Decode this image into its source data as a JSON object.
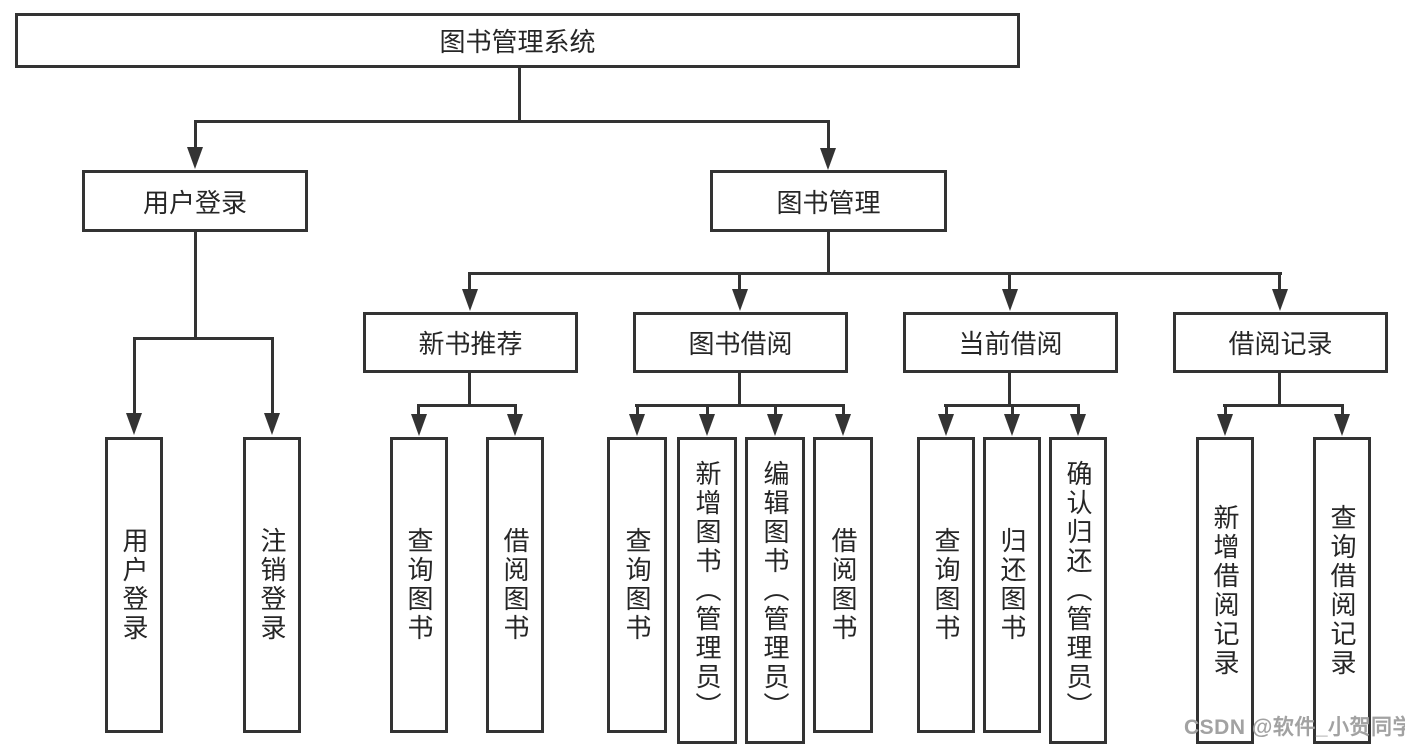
{
  "page": {
    "background": "#ffffff",
    "line_color": "#333333",
    "text_color": "#262626",
    "watermark_color": "#a2a2a2"
  },
  "root": {
    "label": "图书管理系统"
  },
  "level2": {
    "user_login": "用户登录",
    "book_mgmt": "图书管理"
  },
  "level3": {
    "recommend": "新书推荐",
    "borrow": "图书借阅",
    "current": "当前借阅",
    "records": "借阅记录"
  },
  "leaves": {
    "user": [
      "用户登录",
      "注销登录"
    ],
    "recommend": [
      "查询图书",
      "借阅图书"
    ],
    "borrow": [
      "查询图书",
      "新增图书（管理员）",
      "编辑图书（管理员）",
      "借阅图书"
    ],
    "current": [
      "查询图书",
      "归还图书",
      "确认归还（管理员）"
    ],
    "records": [
      "新增借阅记录",
      "查询借阅记录"
    ]
  },
  "watermark": "CSDN @软件_小贺同学"
}
